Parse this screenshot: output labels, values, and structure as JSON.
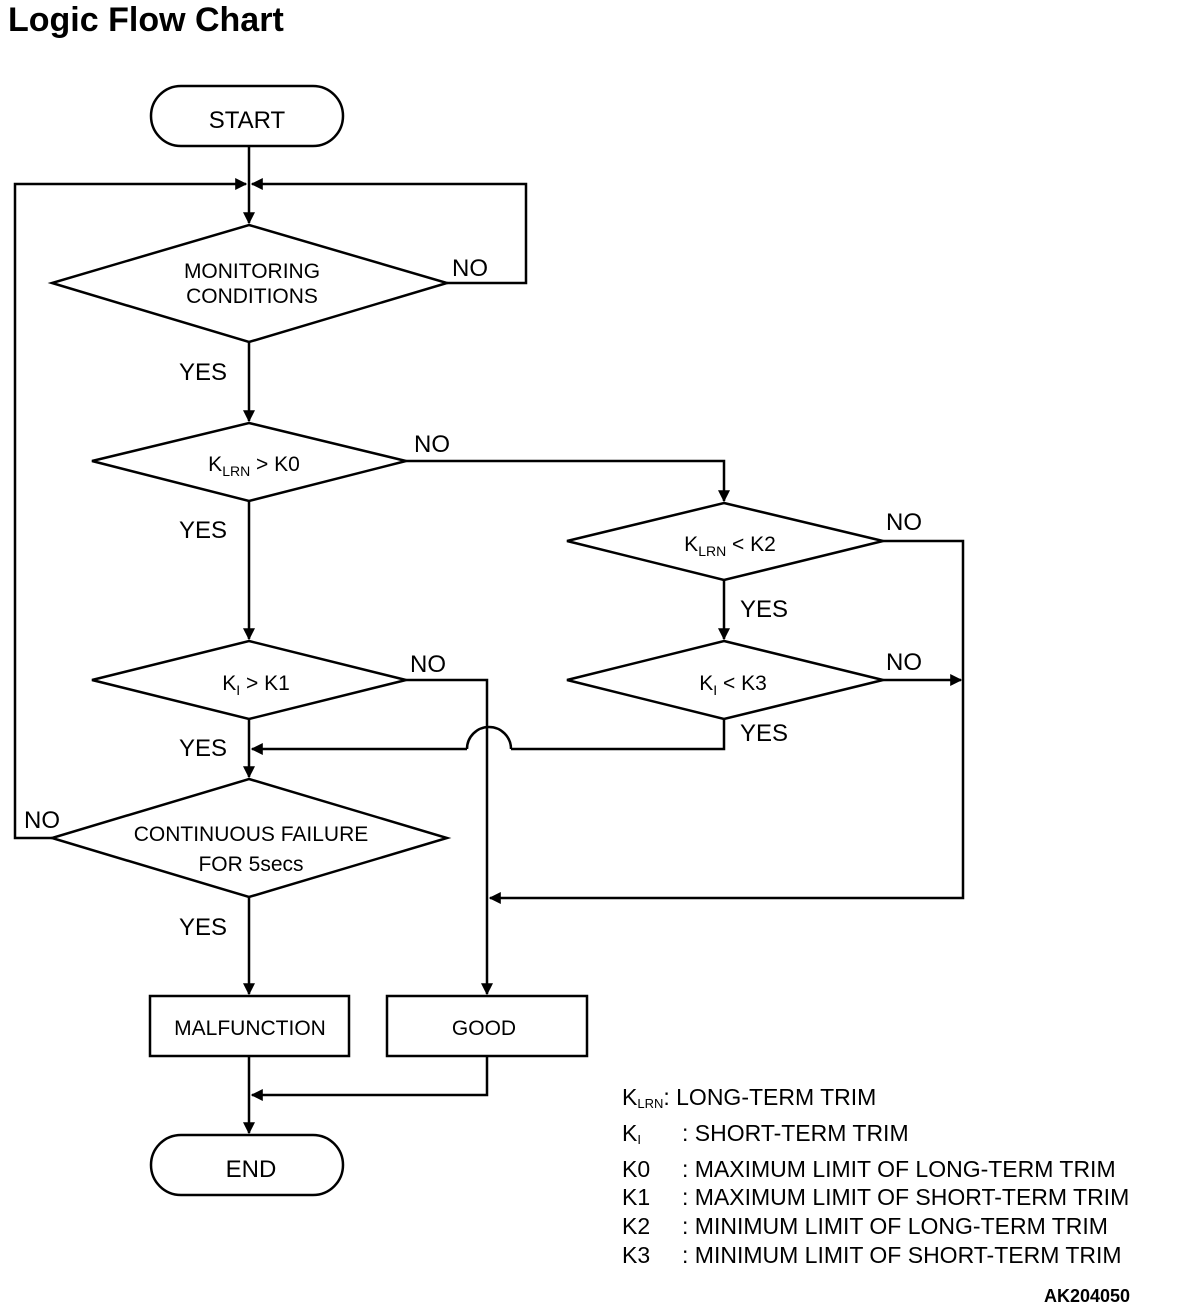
{
  "title": "Logic Flow Chart",
  "nodes": {
    "start": "START",
    "monitoring_line1": "MONITORING",
    "monitoring_line2": "CONDITIONS",
    "klrn_k0": {
      "k": "K",
      "sub": "LRN",
      "rest": " > K0"
    },
    "ki_k1": {
      "k": "K",
      "sub": "I",
      "rest": " > K1"
    },
    "klrn_k2": {
      "k": "K",
      "sub": "LRN",
      "rest": " < K2"
    },
    "ki_k3": {
      "k": "K",
      "sub": "I",
      "rest": " < K3"
    },
    "continuous_line1": "CONTINUOUS FAILURE",
    "continuous_line2": "FOR 5secs",
    "malfunction": "MALFUNCTION",
    "good": "GOOD",
    "end": "END"
  },
  "branch_labels": {
    "yes": "YES",
    "no": "NO"
  },
  "legend": [
    {
      "key": "K",
      "sub": "LRN",
      "sep": ":",
      "desc": " LONG-TERM TRIM"
    },
    {
      "key": "K",
      "sub": "I",
      "sep": ":",
      "desc": " SHORT-TERM TRIM"
    },
    {
      "key": "K0",
      "sub": "",
      "sep": ":",
      "desc": " MAXIMUM LIMIT OF LONG-TERM TRIM"
    },
    {
      "key": "K1",
      "sub": "",
      "sep": ":",
      "desc": " MAXIMUM LIMIT OF SHORT-TERM TRIM"
    },
    {
      "key": "K2",
      "sub": "",
      "sep": ":",
      "desc": " MINIMUM LIMIT OF LONG-TERM TRIM"
    },
    {
      "key": "K3",
      "sub": "",
      "sep": ":",
      "desc": " MINIMUM LIMIT OF SHORT-TERM TRIM"
    }
  ],
  "figure_code": "AK204050"
}
